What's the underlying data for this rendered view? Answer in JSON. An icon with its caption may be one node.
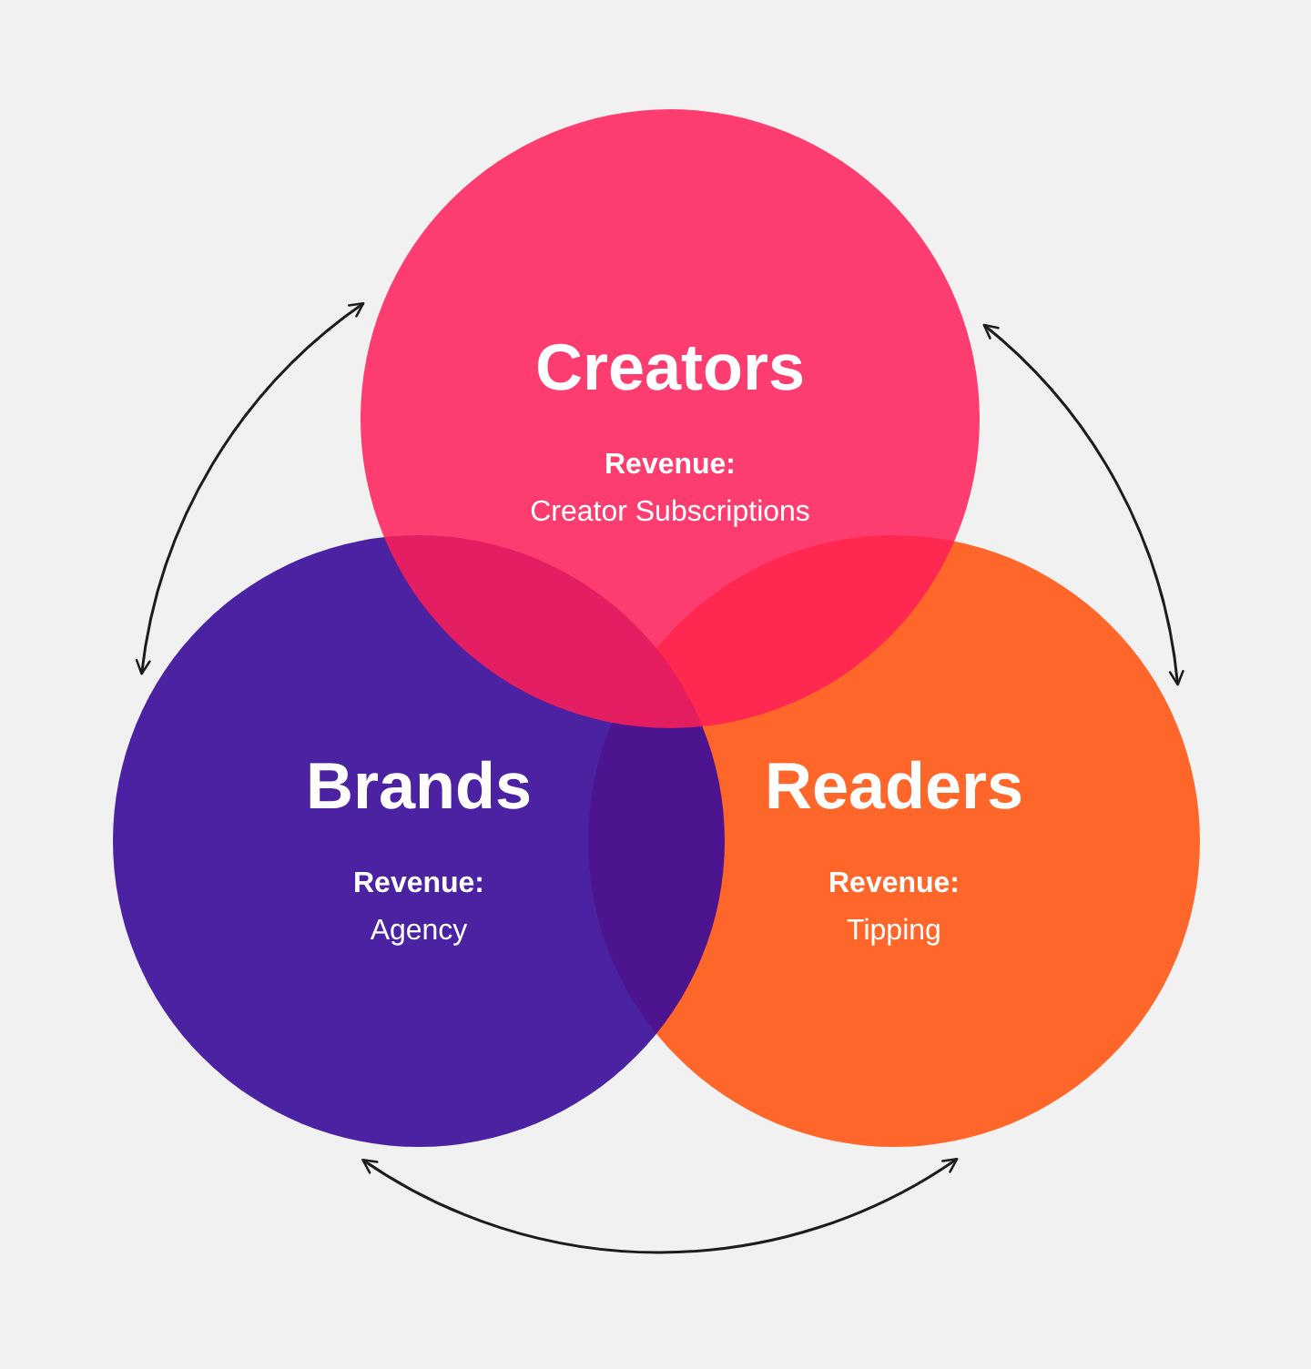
{
  "diagram": {
    "nodes": [
      {
        "text": [
          "Creators",
          "Revenue:",
          "Creator Subscriptions"
        ]
      },
      {
        "text": [
          "Brands",
          "Revenue:",
          "Agency"
        ]
      },
      {
        "text": [
          "Readers",
          "Revenue:",
          "Tipping"
        ]
      }
    ],
    "edges": [
      {
        "from": 0,
        "to": 1,
        "arrow": "both"
      },
      {
        "from": 0,
        "to": 2,
        "arrow": "both"
      },
      {
        "from": 1,
        "to": 2,
        "arrow": "both"
      }
    ]
  }
}
